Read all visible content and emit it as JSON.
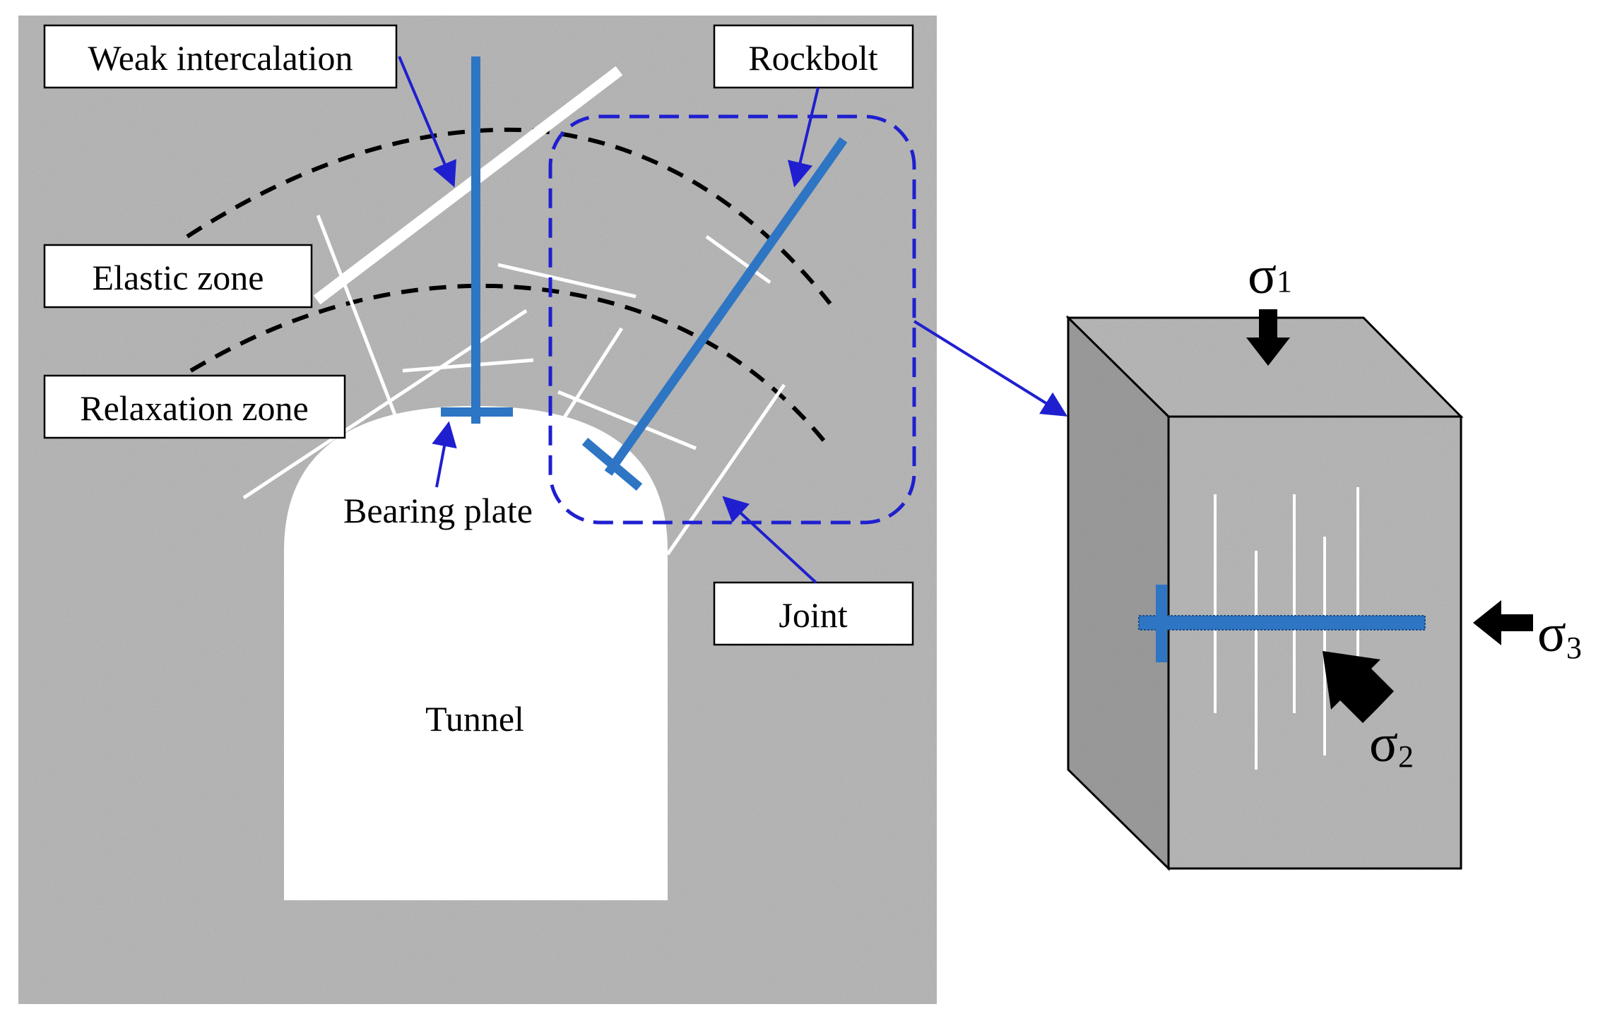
{
  "labels": {
    "weak_intercalation": "Weak intercalation",
    "rockbolt": "Rockbolt",
    "elastic_zone": "Elastic zone",
    "relaxation_zone": "Relaxation zone",
    "bearing_plate": "Bearing plate",
    "joint": "Joint",
    "tunnel": "Tunnel"
  },
  "stresses": {
    "sigma1": {
      "symbol": "σ",
      "sub": "1"
    },
    "sigma2": {
      "symbol": "σ",
      "sub": "2"
    },
    "sigma3": {
      "symbol": "σ",
      "sub": "3"
    }
  },
  "colors": {
    "rock_base": "#a6a6a6",
    "bolt": "#2e75c4",
    "callout_arrow": "#1f1fd0",
    "dashed_box": "#1f1fd0",
    "zone_boundary": "#000000",
    "joint_lines": "#ffffff",
    "stress_arrow": "#000000"
  }
}
